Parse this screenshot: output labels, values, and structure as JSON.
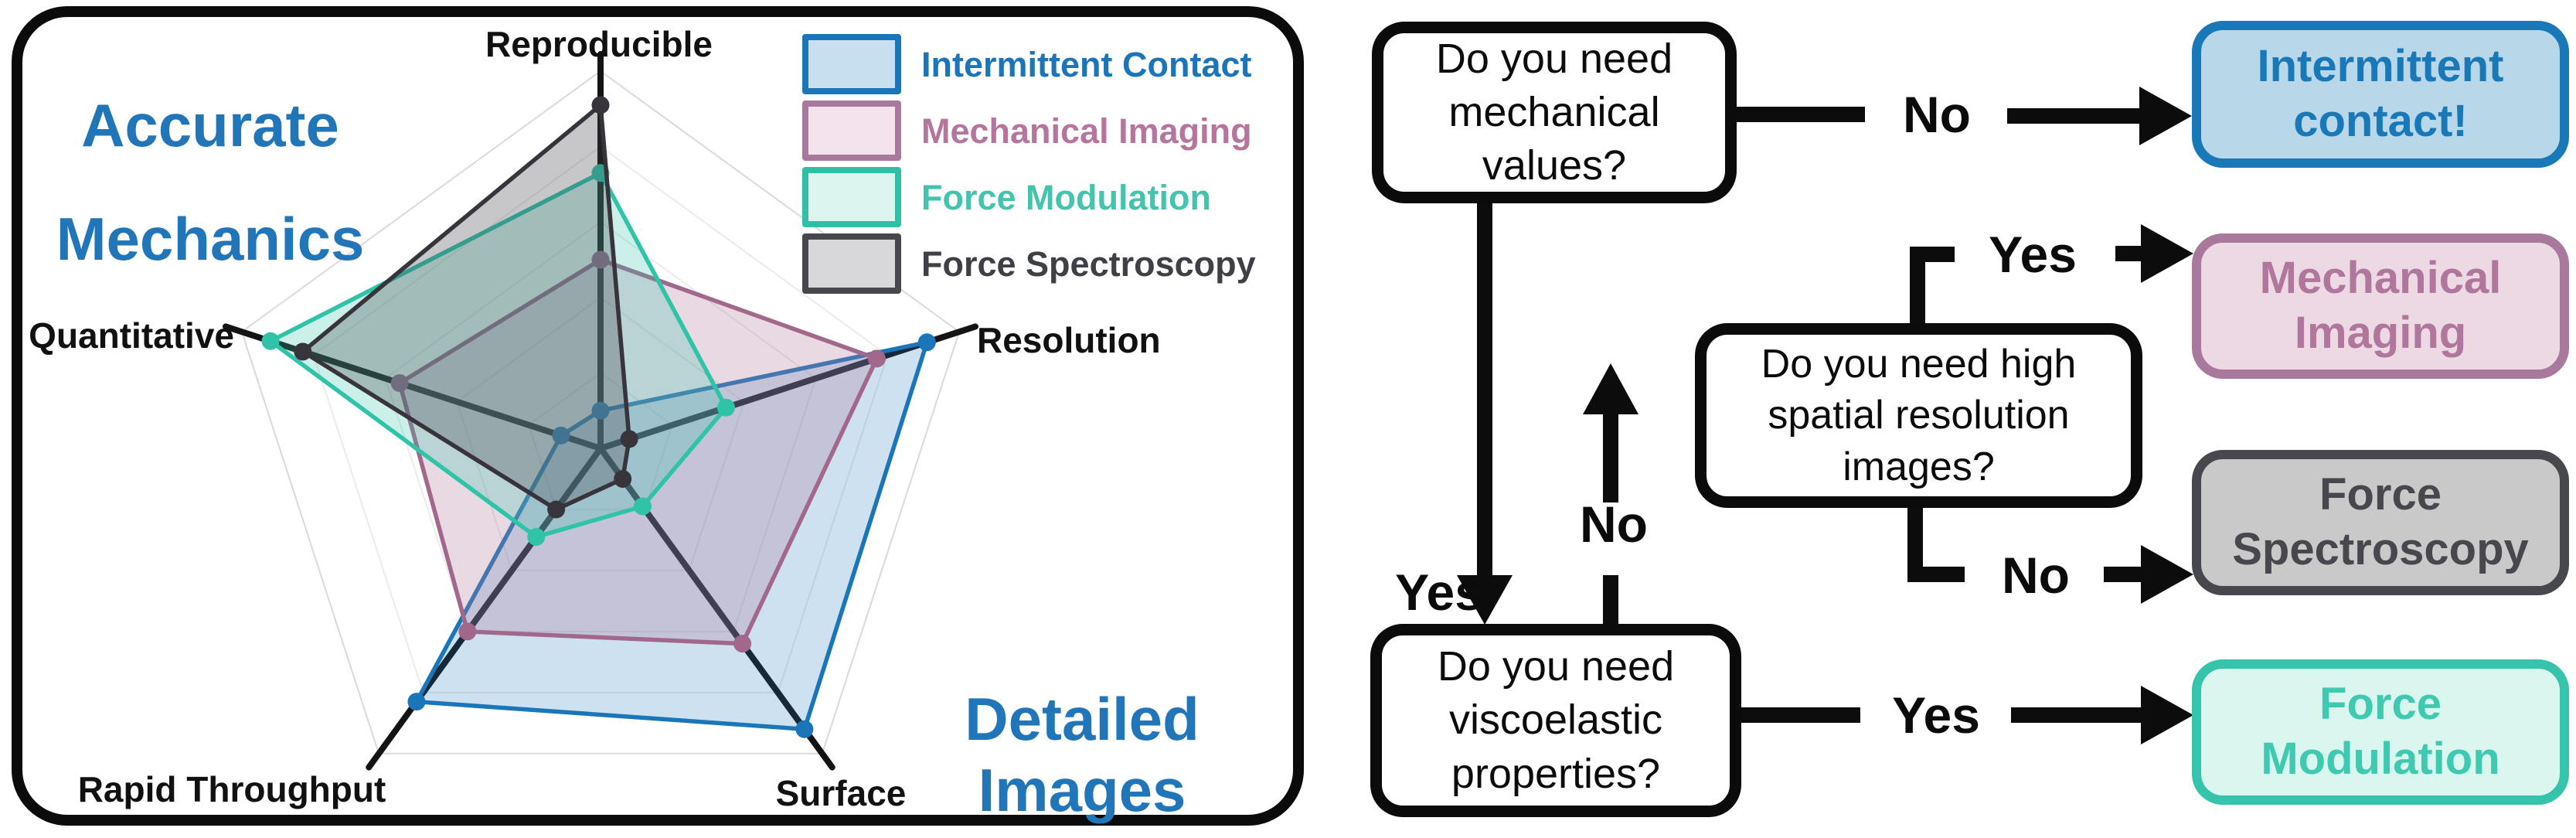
{
  "left_panel": {
    "corner_labels": {
      "color": "#2176b9",
      "top_left_line1": "Accurate",
      "top_left_line2": "Mechanics",
      "bottom_right_line1": "Detailed",
      "bottom_right_line2": "Images"
    },
    "legend": [
      {
        "label": "Intermittent Contact",
        "stroke": "#1b76b9",
        "fill": "#c8dff0",
        "text_color": "#1b76b9"
      },
      {
        "label": "Mechanical Imaging",
        "stroke": "#a8799c",
        "fill": "#f4e3ec",
        "text_color": "#b5759c"
      },
      {
        "label": "Force Modulation",
        "stroke": "#2fbfa4",
        "fill": "#dcf5ef",
        "text_color": "#45c4ad"
      },
      {
        "label": "Force Spectroscopy",
        "stroke": "#47474e",
        "fill": "#d8d8db",
        "text_color": "#3f4045"
      }
    ]
  },
  "chart_data": {
    "type": "radar",
    "title": "",
    "axes": [
      "Reproducible",
      "Resolution",
      "Surface",
      "Rapid Throughput",
      "Quantitative"
    ],
    "axis_order": "clockwise from top",
    "scale": [
      0,
      1
    ],
    "grid": "faint pentagonal web, rings at 0.2 steps",
    "series": [
      {
        "name": "Intermittent Contact",
        "color": "#1b76b9",
        "fill": "rgba(27,118,185,0.22)",
        "values": [
          0.1,
          0.91,
          0.92,
          0.83,
          0.11
        ]
      },
      {
        "name": "Mechanical Imaging",
        "color": "#a2688c",
        "fill": "rgba(176,118,156,0.28)",
        "values": [
          0.5,
          0.77,
          0.64,
          0.6,
          0.56
        ]
      },
      {
        "name": "Force Modulation",
        "color": "#2fc3a8",
        "fill": "rgba(46,196,169,0.25)",
        "values": [
          0.73,
          0.35,
          0.19,
          0.29,
          0.92
        ]
      },
      {
        "name": "Force Spectroscopy",
        "color": "#38343c",
        "fill": "rgba(70,70,80,0.30)",
        "values": [
          0.91,
          0.08,
          0.1,
          0.2,
          0.83
        ]
      }
    ]
  },
  "flowchart": {
    "questions": [
      {
        "text": "Do you need\nmechanical\nvalues?"
      },
      {
        "text": "Do you need high\nspatial resolution\nimages?"
      },
      {
        "text": "Do you need\nviscoelastic\nproperties?"
      }
    ],
    "answers": {
      "no_top": "No",
      "yes_down": "Yes",
      "no_mid": "No",
      "yes_mi": "Yes",
      "no_fs": "No",
      "yes_fm": "Yes"
    },
    "results": [
      {
        "label": "Intermittent\ncontact!",
        "stroke": "#1878b8",
        "fill": "#b8d8ea",
        "text_color": "#1878b8"
      },
      {
        "label": "Mechanical\nImaging",
        "stroke": "#a8799c",
        "fill": "#ecd9e4",
        "text_color": "#b0769c"
      },
      {
        "label": "Force\nSpectroscopy",
        "stroke": "#47474e",
        "fill": "#c9c9c9",
        "text_color": "#47474e"
      },
      {
        "label": "Force\nModulation",
        "stroke": "#35c4ab",
        "fill": "#d9f6ef",
        "text_color": "#3ec9b0"
      }
    ]
  }
}
